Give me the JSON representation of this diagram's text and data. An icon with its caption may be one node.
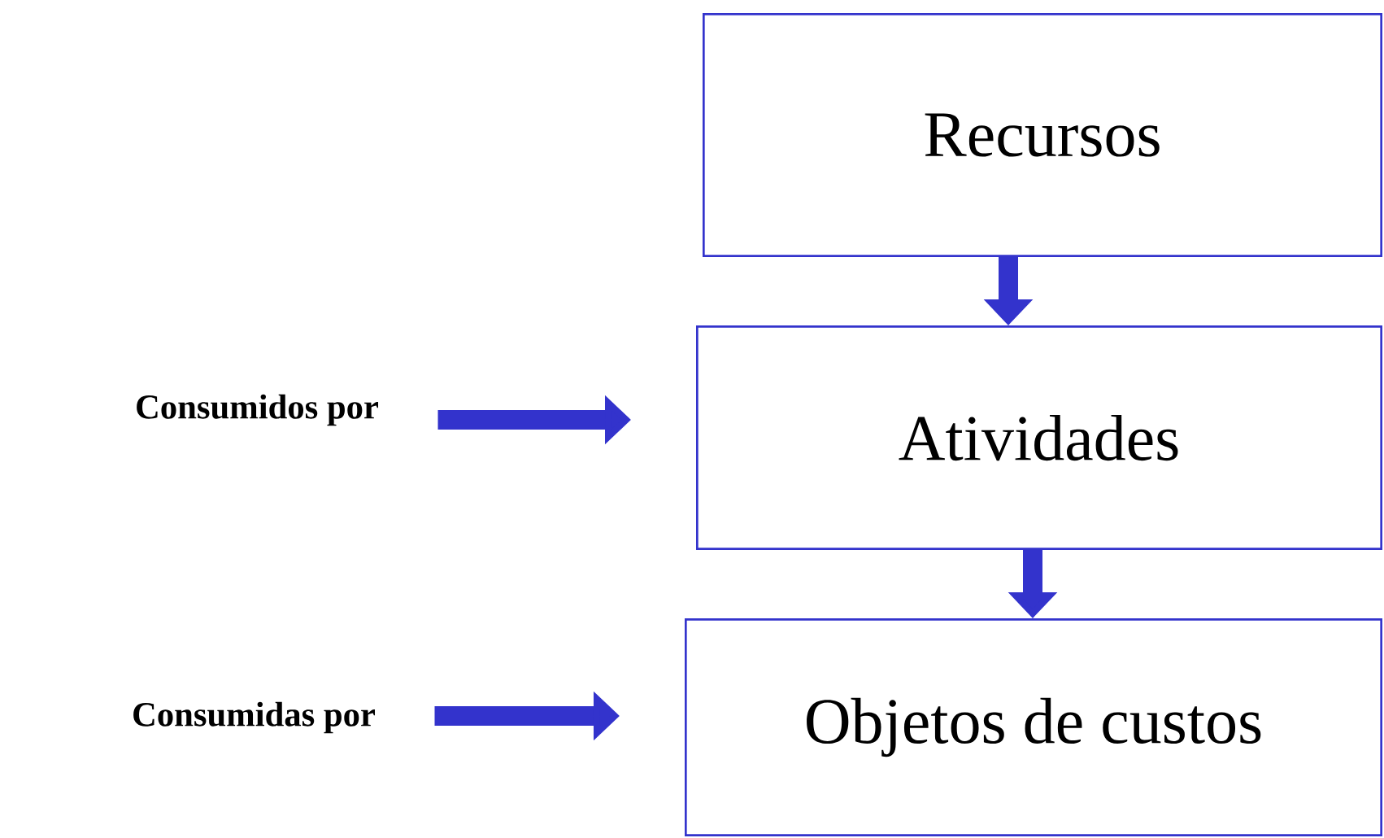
{
  "diagram": {
    "nodes": [
      {
        "text": [
          "Recursos"
        ]
      },
      {
        "text": [
          "Atividades"
        ]
      },
      {
        "text": [
          "Objetos de custos"
        ]
      },
      {
        "text": [
          "Consumidos por"
        ]
      },
      {
        "text": [
          "Consumidas por"
        ]
      }
    ],
    "edges": [
      {
        "from": 0,
        "to": 1,
        "arrow": "to"
      },
      {
        "from": 1,
        "to": 2,
        "arrow": "to"
      },
      {
        "from": 3,
        "to": 1,
        "arrow": "to"
      },
      {
        "from": 4,
        "to": 2,
        "arrow": "to"
      }
    ]
  }
}
